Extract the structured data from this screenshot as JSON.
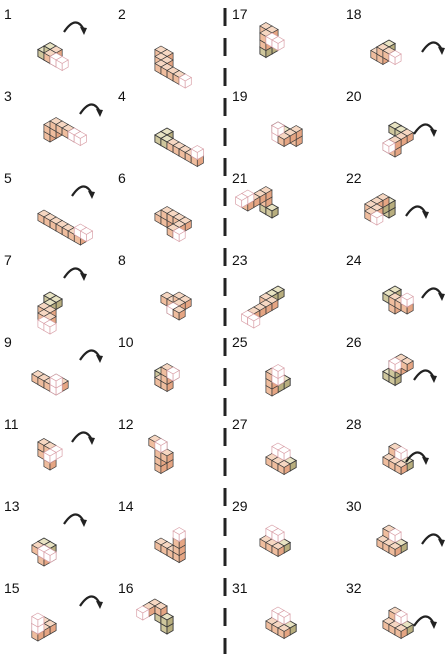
{
  "steps": [
    {
      "label": "1"
    },
    {
      "label": "2"
    },
    {
      "label": "3"
    },
    {
      "label": "4"
    },
    {
      "label": "5"
    },
    {
      "label": "6"
    },
    {
      "label": "7"
    },
    {
      "label": "8"
    },
    {
      "label": "9"
    },
    {
      "label": "10"
    },
    {
      "label": "11"
    },
    {
      "label": "12"
    },
    {
      "label": "13"
    },
    {
      "label": "14"
    },
    {
      "label": "15"
    },
    {
      "label": "16"
    },
    {
      "label": "17"
    },
    {
      "label": "18"
    },
    {
      "label": "19"
    },
    {
      "label": "20"
    },
    {
      "label": "21"
    },
    {
      "label": "22"
    },
    {
      "label": "23"
    },
    {
      "label": "24"
    },
    {
      "label": "25"
    },
    {
      "label": "26"
    },
    {
      "label": "27"
    },
    {
      "label": "28"
    },
    {
      "label": "29"
    },
    {
      "label": "30"
    },
    {
      "label": "31"
    },
    {
      "label": "32"
    }
  ],
  "colors": {
    "cube_orange_top": "#f6d7c2",
    "cube_orange_left": "#efbd9e",
    "cube_orange_right": "#e5a583",
    "cube_olive_top": "#e8e3c2",
    "cube_olive_left": "#cfc79d",
    "cube_olive_right": "#b8ae7e",
    "cube_ghost_stroke": "#d9a0a8",
    "outline": "#3a3a3a",
    "arrow": "#222222",
    "divider": "#222222"
  }
}
